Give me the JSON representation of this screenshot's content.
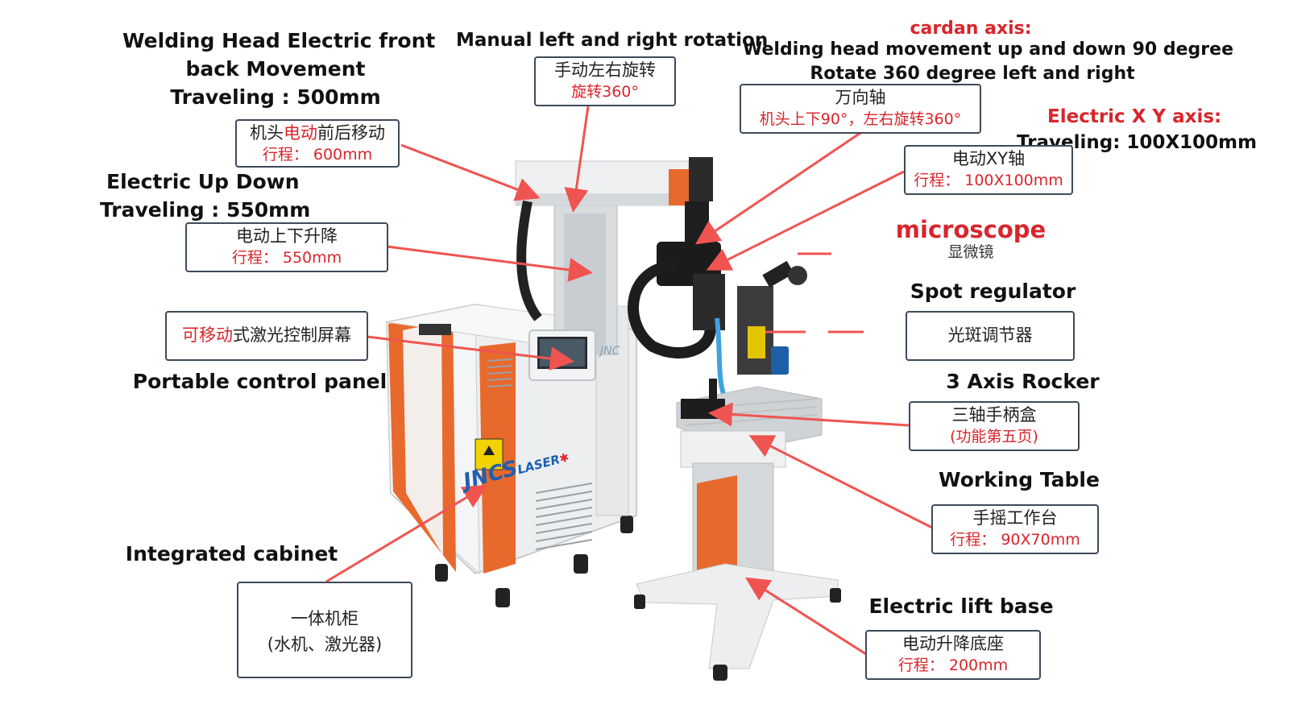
{
  "labels": {
    "welding_head_move": [
      "Welding Head Electric front",
      "back Movement",
      "Traveling : 500mm"
    ],
    "manual_rotation": "Manual left and right rotation",
    "cardan_title": "cardan axis:",
    "cardan_desc": [
      "Welding head movement up and down 90 degree",
      "Rotate 360 degree left and right"
    ],
    "electric_xy_title": "Electric X Y axis:",
    "electric_xy_desc": "Traveling: 100X100mm",
    "electric_updown": [
      "Electric Up Down",
      "Traveling : 550mm"
    ],
    "microscope": "microscope",
    "microscope_cn": "显微镜",
    "spot_regulator": "Spot regulator",
    "portable_panel": "Portable control panel",
    "three_axis_rocker": "3 Axis Rocker",
    "working_table": "Working Table",
    "integrated_cabinet": "Integrated cabinet",
    "electric_lift_base": "Electric lift base"
  },
  "boxes": {
    "head_move": {
      "pre": "机头",
      "hl": "电动",
      "post": "前后移动",
      "travel": "行程： 600mm"
    },
    "manual_rot": {
      "l1": "手动左右旋转",
      "l2": "旋转360°"
    },
    "cardan": {
      "l1": "万向轴",
      "l2": "机头上下90°，左右旋转360°"
    },
    "xy": {
      "l1": "电动XY轴",
      "l2": "行程：  100X100mm"
    },
    "updown": {
      "l1": "电动上下升降",
      "l2": "行程： 550mm"
    },
    "panel": {
      "hl": "可移动",
      "post": "式激光控制屏幕"
    },
    "spot": {
      "l1": "光斑调节器"
    },
    "rocker": {
      "l1": "三轴手柄盒",
      "l2": "(功能第五页)"
    },
    "table": {
      "l1": "手摇工作台",
      "l2": "行程：  90X70mm"
    },
    "cabinet": {
      "l1": "一体机柜",
      "l2": "(水机、激光器)"
    },
    "lift": {
      "l1": "电动升降底座",
      "l2": "行程：  200mm"
    }
  },
  "brand": {
    "logo": "JNCS",
    "logo_sub": "LASER",
    "side_text": "JNC"
  },
  "colors": {
    "accent_red": "#d8262c",
    "orange": "#e8692c",
    "arrow": "#ef5450",
    "box_border": "#3d4a5a"
  }
}
